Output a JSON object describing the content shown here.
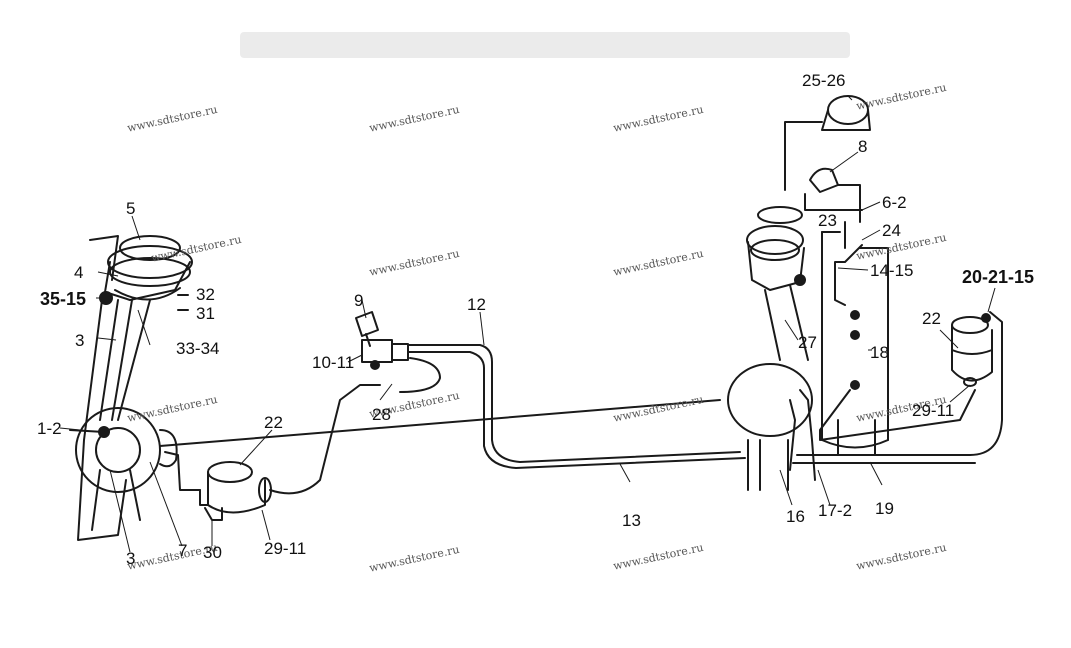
{
  "watermark": "www.sdtstore.ru",
  "callouts": {
    "c5": "5",
    "c4": "4",
    "c35_15": "35-15",
    "c32": "32",
    "c31": "31",
    "c3_top": "3",
    "c33_34": "33-34",
    "c1_2": "1-2",
    "c3_bottom": "3",
    "c7": "7",
    "c30": "30",
    "c29_11_left": "29-11",
    "c22_left": "22",
    "c9": "9",
    "c10_11": "10-11",
    "c12": "12",
    "c28": "28",
    "c13": "13",
    "c25_26": "25-26",
    "c8": "8",
    "c6_2": "6-2",
    "c23": "23",
    "c24": "24",
    "c14_15": "14-15",
    "c27": "27",
    "c18": "18",
    "c16": "16",
    "c17_2": "17-2",
    "c19": "19",
    "c20_21_15": "20-21-15",
    "c22_right": "22",
    "c29_11_right": "29-11"
  }
}
